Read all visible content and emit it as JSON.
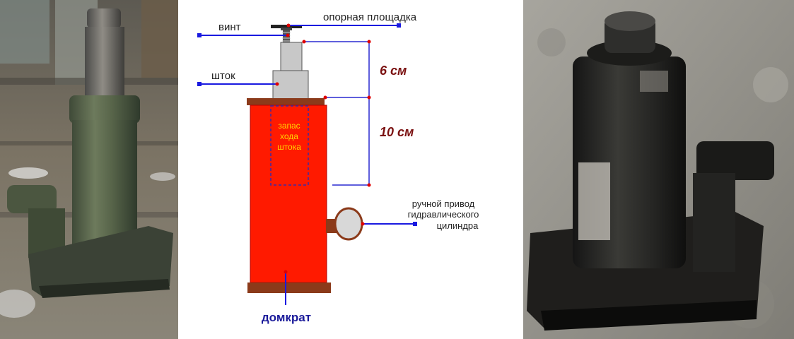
{
  "diagram": {
    "labels": {
      "screw": "винт",
      "support_pad": "опорная площадка",
      "rod": "шток",
      "dim_upper": "6 см",
      "dim_lower": "10 см",
      "rod_reserve_line1": "запас",
      "rod_reserve_line2": "хода",
      "rod_reserve_line3": "штока",
      "handle_line1": "ручной привод",
      "handle_line2": "гидравлического",
      "handle_line3": "цилиндра",
      "jack": "домкрат"
    },
    "colors": {
      "body_red": "#ff1a00",
      "base_brown": "#8b3a1a",
      "pointer_blue": "#1a1ae0",
      "dim_blue": "#2a2ad0",
      "dim_text": "#7a1010",
      "reserve_text": "#ffd400",
      "rod_gray": "#c8c8c8"
    }
  }
}
